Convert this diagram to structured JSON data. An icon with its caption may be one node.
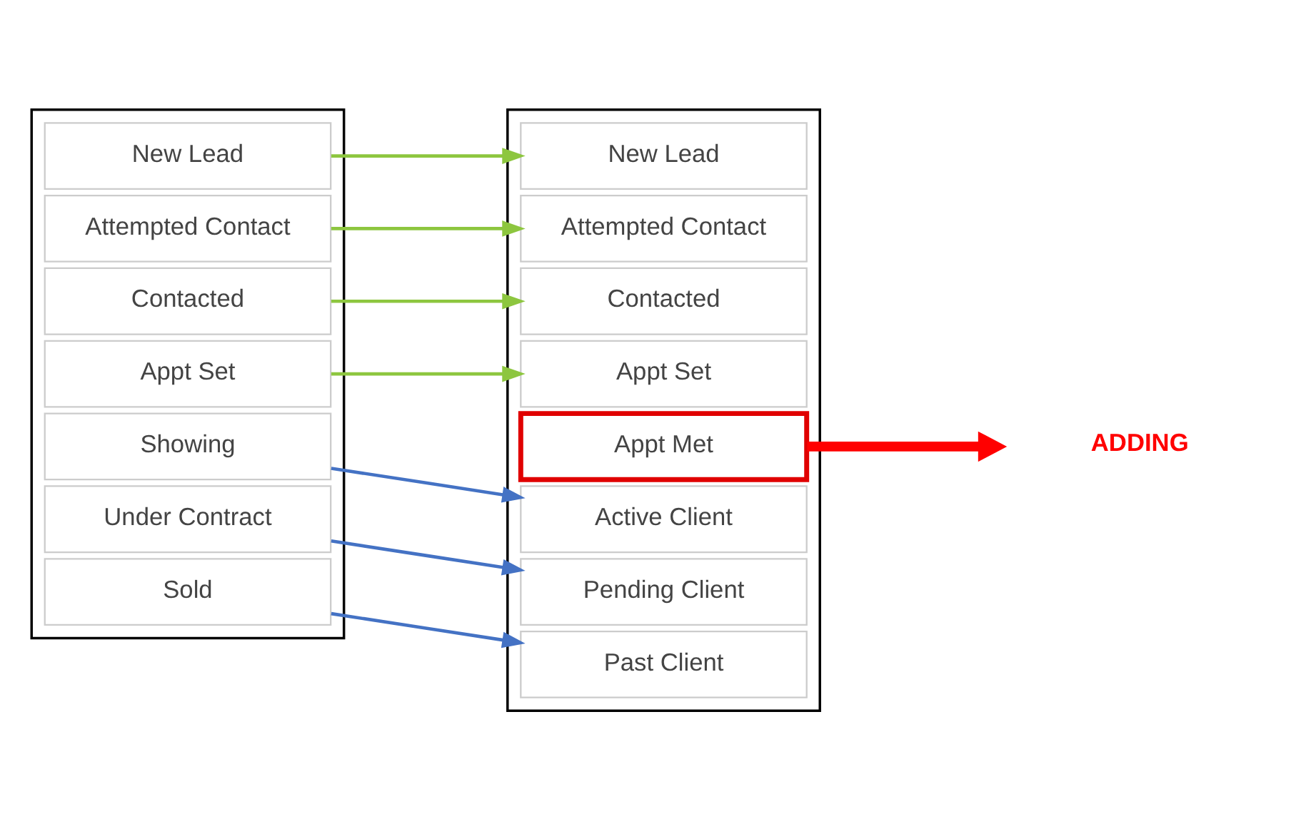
{
  "diagram": {
    "nodes": [
      {
        "text": [],
        "shape": "box"
      },
      {
        "text": [
          "New Lead"
        ],
        "in": 0
      },
      {
        "text": [
          "Attempted Contact"
        ],
        "in": 0
      },
      {
        "text": [
          "Contacted"
        ],
        "in": 0
      },
      {
        "text": [
          "Appt Set"
        ],
        "in": 0
      },
      {
        "text": [
          "Showing"
        ],
        "in": 0
      },
      {
        "text": [
          "Under Contract"
        ],
        "in": 0
      },
      {
        "text": [
          "Sold"
        ],
        "in": 0
      },
      {
        "text": [],
        "shape": "box"
      },
      {
        "text": [
          "New Lead"
        ],
        "in": 8
      },
      {
        "text": [
          "Attempted Contact"
        ],
        "in": 8
      },
      {
        "text": [
          "Contacted"
        ],
        "in": 8
      },
      {
        "text": [
          "Appt Set"
        ],
        "in": 8
      },
      {
        "text": [
          "Appt Met"
        ],
        "in": 8
      },
      {
        "text": [
          "Active Client"
        ],
        "in": 8
      },
      {
        "text": [
          "Pending Client"
        ],
        "in": 8
      },
      {
        "text": [
          "Past Client"
        ],
        "in": 8
      },
      {
        "text": [
          "ADDING"
        ]
      }
    ],
    "edges": [
      {
        "from": 1,
        "to": 9,
        "arrow": "to",
        "color": "#8dc63f"
      },
      {
        "from": 2,
        "to": 10,
        "arrow": "to",
        "color": "#8dc63f"
      },
      {
        "from": 3,
        "to": 11,
        "arrow": "to",
        "color": "#8dc63f"
      },
      {
        "from": 4,
        "to": 12,
        "arrow": "to",
        "color": "#8dc63f"
      },
      {
        "from": 5,
        "to": 14,
        "arrow": "to",
        "color": "#4472c4"
      },
      {
        "from": 6,
        "to": 15,
        "arrow": "to",
        "color": "#4472c4"
      },
      {
        "from": 7,
        "to": 16,
        "arrow": "to",
        "color": "#4472c4"
      },
      {
        "from": 13,
        "to": 17,
        "arrow": "to",
        "style": "thick",
        "color": "#ff0000"
      }
    ]
  }
}
